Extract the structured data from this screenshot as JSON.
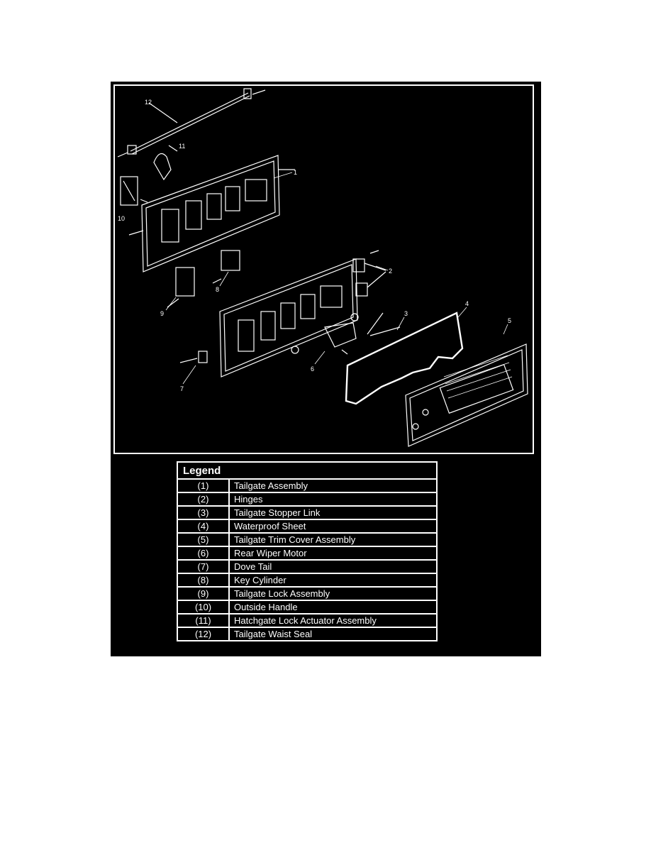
{
  "legend": {
    "title": "Legend",
    "items": [
      {
        "num": "(1)",
        "label": "Tailgate Assembly"
      },
      {
        "num": "(2)",
        "label": "Hinges"
      },
      {
        "num": "(3)",
        "label": "Tailgate Stopper Link"
      },
      {
        "num": "(4)",
        "label": "Waterproof Sheet"
      },
      {
        "num": "(5)",
        "label": "Tailgate Trim Cover Assembly"
      },
      {
        "num": "(6)",
        "label": "Rear Wiper Motor"
      },
      {
        "num": "(7)",
        "label": "Dove Tail"
      },
      {
        "num": "(8)",
        "label": "Key Cylinder"
      },
      {
        "num": "(9)",
        "label": "Tailgate Lock Assembly"
      },
      {
        "num": "(10)",
        "label": "Outside Handle"
      },
      {
        "num": "(11)",
        "label": "Hatchgate Lock Actuator Assembly"
      },
      {
        "num": "(12)",
        "label": "Tailgate Waist Seal"
      }
    ]
  },
  "callouts": [
    "1",
    "2",
    "3",
    "4",
    "5",
    "6",
    "7",
    "8",
    "9",
    "10",
    "11",
    "12"
  ],
  "colors": {
    "background": "#000000",
    "line": "#ffffff",
    "page": "#ffffff"
  }
}
